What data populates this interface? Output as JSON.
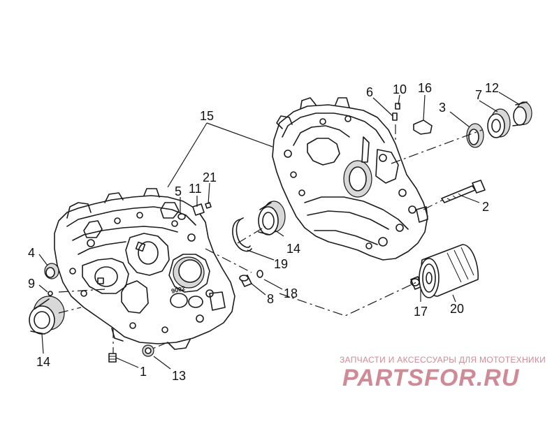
{
  "diagram": {
    "callouts": [
      {
        "id": "15",
        "label": "15"
      },
      {
        "id": "6",
        "label": "6"
      },
      {
        "id": "10",
        "label": "10"
      },
      {
        "id": "16",
        "label": "16"
      },
      {
        "id": "7",
        "label": "7"
      },
      {
        "id": "12",
        "label": "12"
      },
      {
        "id": "3",
        "label": "3"
      },
      {
        "id": "5",
        "label": "5"
      },
      {
        "id": "11",
        "label": "11"
      },
      {
        "id": "21",
        "label": "21"
      },
      {
        "id": "2",
        "label": "2"
      },
      {
        "id": "4",
        "label": "4"
      },
      {
        "id": "9",
        "label": "9"
      },
      {
        "id": "14a",
        "label": "14"
      },
      {
        "id": "14b",
        "label": "14"
      },
      {
        "id": "19",
        "label": "19"
      },
      {
        "id": "18",
        "label": "18"
      },
      {
        "id": "8",
        "label": "8"
      },
      {
        "id": "17",
        "label": "17"
      },
      {
        "id": "20",
        "label": "20"
      },
      {
        "id": "1",
        "label": "1"
      },
      {
        "id": "13",
        "label": "13"
      }
    ],
    "case_stamp": "9002"
  },
  "watermark": {
    "tagline": "ЗАПЧАСТИ И АКСЕССУАРЫ ДЛЯ МОТОТЕХНИКИ",
    "logo_text": "PARTSFOR.RU",
    "color": "#d08a96"
  }
}
